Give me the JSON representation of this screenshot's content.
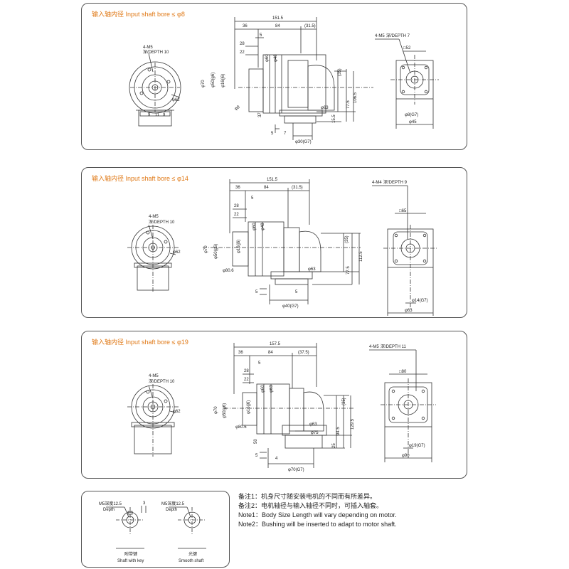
{
  "panels": [
    {
      "title": "输入轴内径  Input shaft bore  ≤ φ8",
      "front": {
        "hole": "4-M5",
        "depth": "深/DEPTH 10",
        "pcd": "φ62",
        "feet": [
          "9",
          "11",
          "9"
        ]
      },
      "side": {
        "top": [
          "151.5",
          "36",
          "84",
          "(31.5)"
        ],
        "small": [
          "5",
          "28",
          "22"
        ],
        "diam": [
          "φ70",
          "φ50(g6)",
          "φ16(j6)",
          "φ60",
          "φ48",
          "φ63",
          "φ30(G7)",
          "φ8"
        ],
        "right": [
          "(35)",
          "77.5",
          "106.5"
        ],
        "misc": [
          "37",
          "5",
          "7",
          "15.5"
        ]
      },
      "end": {
        "hole": "4-M5",
        "depth": "深/DEPTH 7",
        "square": "□52",
        "bore": "φ8(G7)",
        "width": "φ45"
      }
    },
    {
      "title": "输入轴内径  Input shaft bore  ≤ φ14",
      "front": {
        "hole": "4-M5",
        "depth": "深/DEPTH 10",
        "pcd": "φ62"
      },
      "side": {
        "top": [
          "151.5",
          "36",
          "84",
          "(31.5)"
        ],
        "small": [
          "5",
          "28",
          "22"
        ],
        "diam": [
          "φ70",
          "φ50(g6)",
          "φ16(j6)",
          "φ60",
          "φ48",
          "φ63",
          "φ40(G7)",
          "φ80.6"
        ],
        "right": [
          "(35)",
          "77.5",
          "112.5"
        ],
        "misc": [
          "5",
          "5"
        ]
      },
      "end": {
        "hole": "4-M4",
        "depth": "深/DEPTH 9",
        "square": "□65",
        "bore": "φ14(G7)",
        "width": "φ63"
      }
    },
    {
      "title": "输入轴内径  Input shaft bore  ≤ φ19",
      "front": {
        "hole": "4-M5",
        "depth": "深/DEPTH 10",
        "pcd": "φ62"
      },
      "side": {
        "top": [
          "157.5",
          "36",
          "84",
          "(37.5)"
        ],
        "small": [
          "5",
          "28",
          "22"
        ],
        "diam": [
          "φ70",
          "φ50(g6)",
          "φ16(j6)",
          "φ60",
          "φ63",
          "φ63",
          "φ75",
          "φ70(G7)",
          "φ80.6"
        ],
        "right": [
          "(35)",
          "94.5",
          "129.5",
          "25"
        ],
        "misc": [
          "50",
          "5",
          "4"
        ]
      },
      "end": {
        "hole": "4-M5",
        "depth": "深/DEPTH 11",
        "square": "□80",
        "bore": "φ19(G7)",
        "width": "φ90"
      }
    }
  ],
  "detail": {
    "left": {
      "label": "M5深度12.5",
      "sub": "Depth",
      "dim": "3",
      "caption_cn": "附带键",
      "caption_en": "Shaft with key"
    },
    "right": {
      "label": "M5深度12.5",
      "sub": "Depth",
      "caption_cn": "光键",
      "caption_en": "Smooth shaft"
    }
  },
  "notes": [
    "备注1：机身尺寸随安装电机的不同而有所差异。",
    "备注2：电机轴径与输入轴径不同时，可插入轴套。",
    "Note1：Body Size Length will vary depending on motor.",
    "Note2：Bushing will be inserted to adapt to motor shaft."
  ]
}
